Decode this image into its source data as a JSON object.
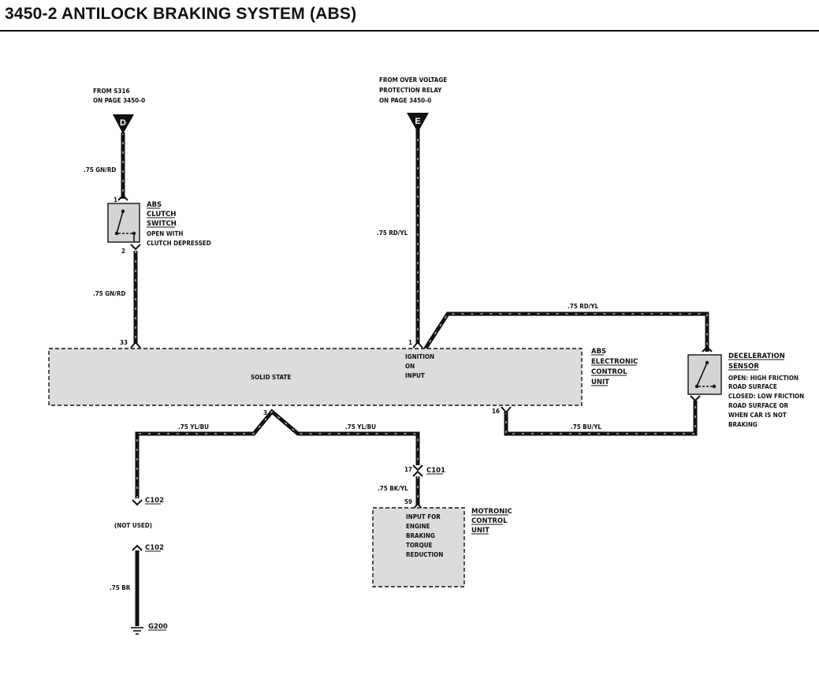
{
  "header": {
    "title": "3450-2   ANTILOCK BRAKING SYSTEM (ABS)"
  },
  "sources": {
    "d": {
      "letter": "D",
      "line1": "FROM S316",
      "line2": "ON PAGE 3450-0"
    },
    "e": {
      "letter": "E",
      "line1": "FROM OVER VOLTAGE",
      "line2": "PROTECTION RELAY",
      "line3": "ON PAGE 3450-0"
    }
  },
  "wires": {
    "gn_rd_top": ".75 GN/RD",
    "gn_rd_bottom": ".75 GN/RD",
    "rd_yl_vertical": ".75 RD/YL",
    "rd_yl_top": ".75 RD/YL",
    "yl_bu_left": ".75 YL/BU",
    "yl_bu_right": ".75 YL/BU",
    "bu_yl": ".75 BU/YL",
    "bk_yl": ".75 BK/YL",
    "br": ".75 BR"
  },
  "clutch_switch": {
    "title_lines": [
      "ABS",
      "CLUTCH",
      "SWITCH"
    ],
    "desc_lines": [
      "OPEN WITH",
      "CLUTCH DEPRESSED"
    ],
    "pin_top": "1",
    "pin_bottom": "2"
  },
  "ecu": {
    "title_lines": [
      "ABS",
      "ELECTRONIC",
      "CONTROL",
      "UNIT"
    ],
    "solid_state": "SOLID STATE",
    "ignition_lines": [
      "IGNITION",
      "ON",
      "INPUT"
    ],
    "pin_33": "33",
    "pin_1": "1",
    "pin_3": "3",
    "pin_16": "16"
  },
  "decel_sensor": {
    "title_lines": [
      "DECELERATION",
      "SENSOR"
    ],
    "desc_lines": [
      "OPEN: HIGH FRICTION",
      "ROAD SURFACE",
      "CLOSED: LOW FRICTION",
      "ROAD SURFACE OR",
      "WHEN CAR IS NOT",
      "BRAKING"
    ]
  },
  "connectors": {
    "c101": "C101",
    "c101_pin_top": "17",
    "c101_pin_bottom": "59",
    "c102_top": "C102",
    "not_used": "(NOT USED)",
    "c102_bottom": "C102",
    "ground": "G200"
  },
  "motronic": {
    "title_lines": [
      "MOTRONIC",
      "CONTROL",
      "UNIT"
    ],
    "desc_lines": [
      "INPUT FOR",
      "ENGINE",
      "BRAKING",
      "TORQUE",
      "REDUCTION"
    ]
  }
}
